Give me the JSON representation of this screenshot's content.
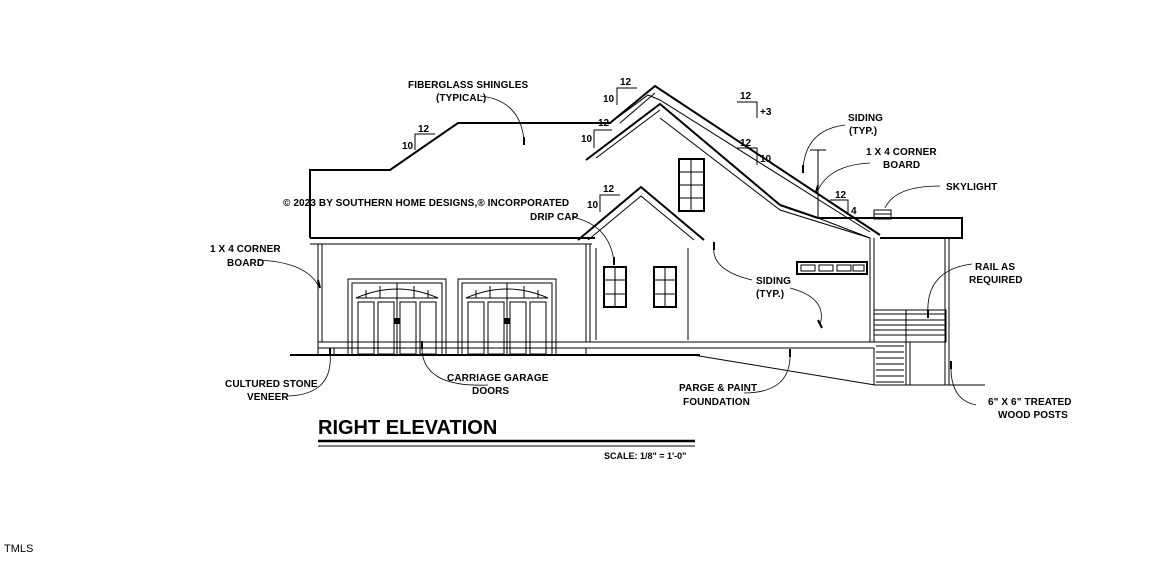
{
  "drawing": {
    "title": "RIGHT ELEVATION",
    "scale": "SCALE:  1/8\" = 1'-0\"",
    "copyright": "© 2023 BY SOUTHERN HOME DESIGNS,® INCORPORATED",
    "watermark": "TMLS",
    "labels": {
      "fiberglass_shingles_1": "FIBERGLASS SHINGLES",
      "fiberglass_shingles_2": "(TYPICAL)",
      "siding_upper_1": "SIDING",
      "siding_upper_2": "(TYP.)",
      "corner_board_right_1": "1 X 4 CORNER",
      "corner_board_right_2": "BOARD",
      "skylight": "SKYLIGHT",
      "drip_cap": "DRIP CAP",
      "corner_board_left_1": "1 X 4 CORNER",
      "corner_board_left_2": "BOARD",
      "rail_1": "RAIL AS",
      "rail_2": "REQUIRED",
      "siding_lower_1": "SIDING",
      "siding_lower_2": "(TYP.)",
      "cultured_stone_1": "CULTURED STONE",
      "cultured_stone_2": "VENEER",
      "carriage_doors_1": "CARRIAGE GARAGE",
      "carriage_doors_2": "DOORS",
      "parge_1": "PARGE & PAINT",
      "parge_2": "FOUNDATION",
      "posts_1": "6\" X 6\" TREATED",
      "posts_2": "WOOD POSTS"
    },
    "pitches": {
      "p1_run": "12",
      "p1_rise": "10",
      "p2_run": "12",
      "p2_rise": "10",
      "p3_run": "12",
      "p3_rise": "+3",
      "p4_run": "12",
      "p4_rise": "10",
      "p5_run": "12",
      "p5_rise": "10",
      "p6_run": "12",
      "p6_rise": "10",
      "p7_run": "12",
      "p7_rise": "4"
    }
  }
}
